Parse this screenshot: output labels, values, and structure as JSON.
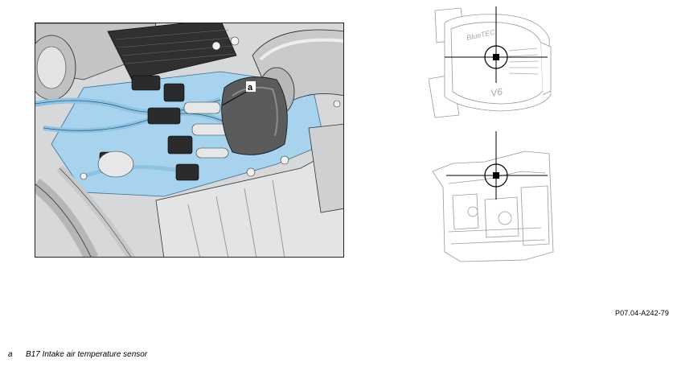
{
  "figure": {
    "code": "P07.04-A242-79",
    "callouts": [
      {
        "key": "a"
      }
    ]
  },
  "legend": [
    {
      "key": "a",
      "text": "B17 Intake air temperature sensor"
    }
  ],
  "colors": {
    "highlight_blue": "#a7d3ee",
    "engine_gray": "#c9cacb",
    "outline": "#1a1a1a"
  },
  "views": {
    "top_view_badge": "V6",
    "top_view_logo": "BlueTEC"
  }
}
